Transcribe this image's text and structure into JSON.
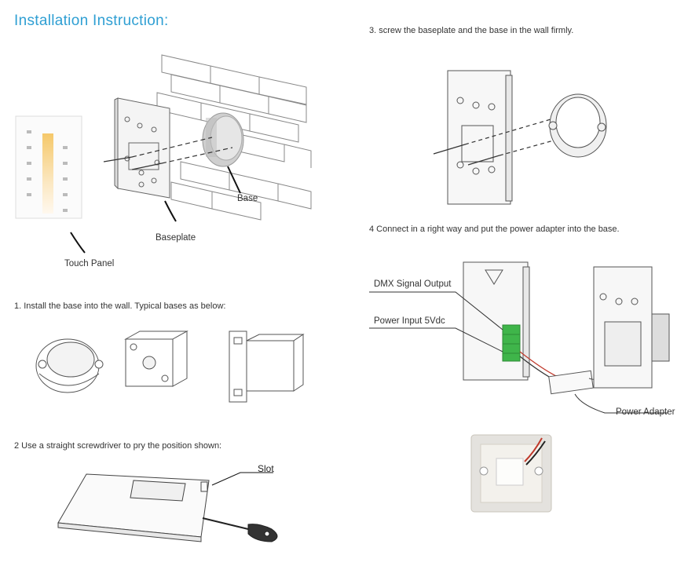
{
  "title": "Installation Instruction:",
  "steps": {
    "s1": "1. Install the base into the wall. Typical bases as below:",
    "s2": "2  Use a straight screwdriver to pry the position shown:",
    "s3": "3. screw the baseplate and the base in the wall firmly.",
    "s4": "4  Connect in a right way and put the power adapter into the base."
  },
  "labels": {
    "touch_panel": "Touch Panel",
    "baseplate": "Baseplate",
    "base": "Base",
    "slot": "Slot",
    "dmx": "DMX Signal Output",
    "power_input": "Power Input 5Vdc",
    "power_adapter": "Power Adapter"
  },
  "colors": {
    "title": "#2f9fd3",
    "terminal": "#3fb54a"
  }
}
